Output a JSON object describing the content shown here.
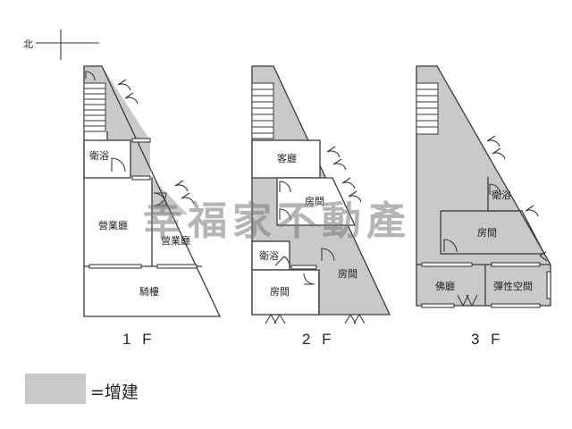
{
  "compass": {
    "north_label": "北"
  },
  "watermark": "幸福家不動產",
  "floors": [
    {
      "label": "1 F",
      "rooms": [
        "衛浴",
        "營業廳",
        "營業廳",
        "騎樓"
      ]
    },
    {
      "label": "2 F",
      "rooms": [
        "客廳",
        "房間",
        "衛浴",
        "房間",
        "房間"
      ]
    },
    {
      "label": "3 F",
      "rooms": [
        "衛浴",
        "房間",
        "佛廳",
        "彈性空間"
      ]
    }
  ],
  "legend": {
    "text": "=增建",
    "color": "#c9c9c9"
  }
}
